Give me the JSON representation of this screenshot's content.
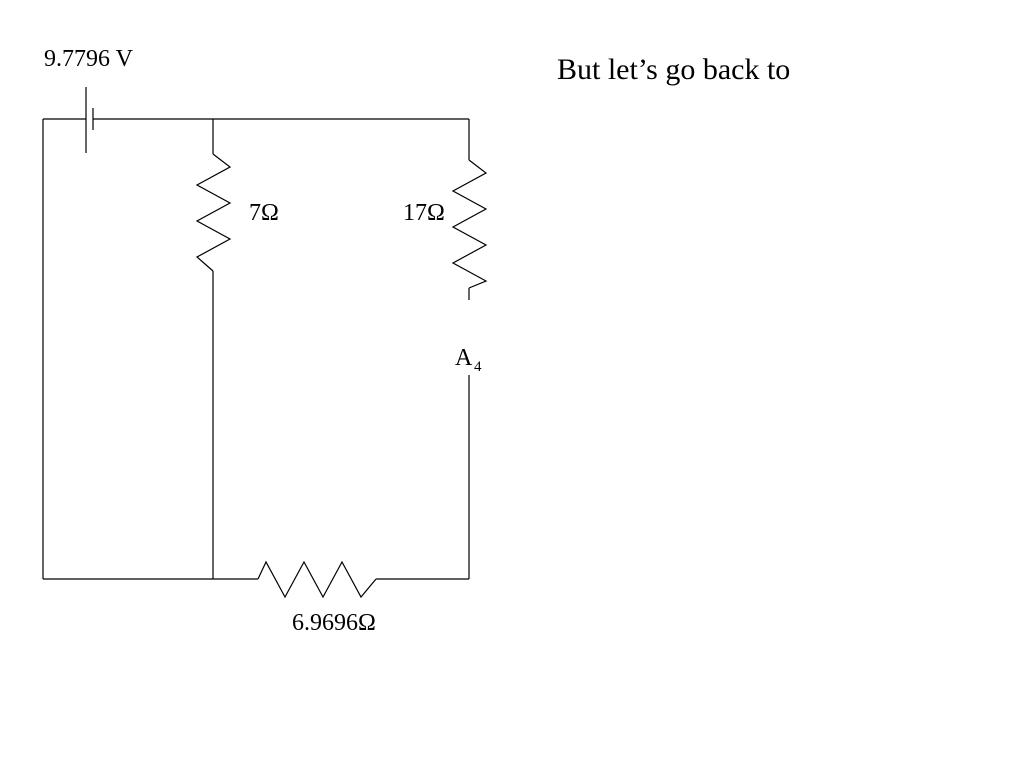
{
  "slide": {
    "heading": "But let’s go back to"
  },
  "circuit": {
    "battery": {
      "voltage_label": "9.7796 V"
    },
    "resistors": {
      "left_branch": {
        "label": "7Ω"
      },
      "right_branch": {
        "label": "17Ω"
      },
      "bottom": {
        "label": "6.9696Ω"
      }
    },
    "ammeter": {
      "label": "A",
      "subscript": "4"
    }
  }
}
